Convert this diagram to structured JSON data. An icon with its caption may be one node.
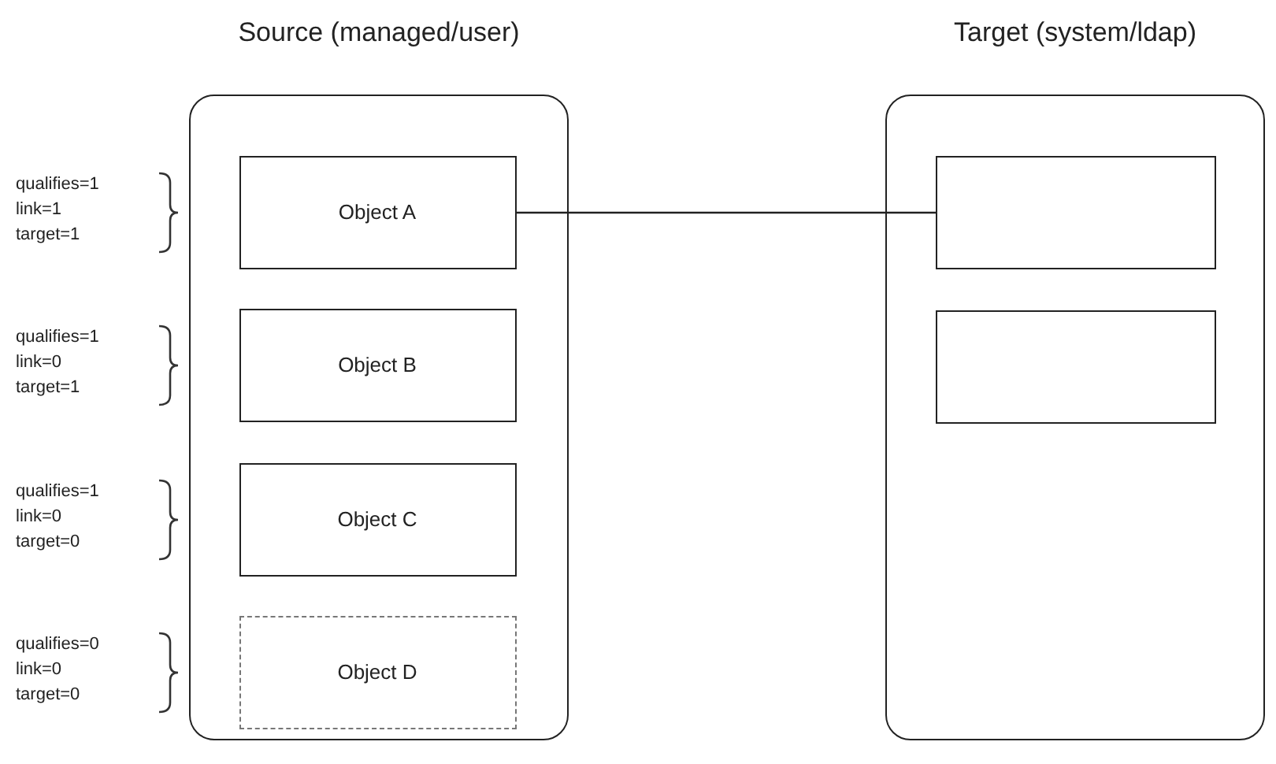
{
  "diagram": {
    "nodes": [
      {
        "text": [
          "Source (managed/user)"
        ]
      },
      {
        "text": [
          "Object A"
        ],
        "in": 0,
        "beside": [
          "qualifies=1",
          "link=1",
          "target=1"
        ]
      },
      {
        "text": [
          "Object B"
        ],
        "in": 0,
        "beside": [
          "qualifies=1",
          "link=0",
          "target=1"
        ]
      },
      {
        "text": [
          "Object C"
        ],
        "in": 0,
        "beside": [
          "qualifies=1",
          "link=0",
          "target=0"
        ]
      },
      {
        "text": [
          "Object D"
        ],
        "in": 0,
        "beside": [
          "qualifies=0",
          "link=0",
          "target=0"
        ]
      },
      {
        "text": [
          "Target (system/ldap)"
        ]
      },
      {
        "text": [],
        "shape": "box",
        "in": 5
      },
      {
        "text": [],
        "shape": "box",
        "in": 5
      }
    ],
    "edges": [
      {
        "from": 1,
        "to": 6,
        "arrow": "none"
      }
    ]
  }
}
